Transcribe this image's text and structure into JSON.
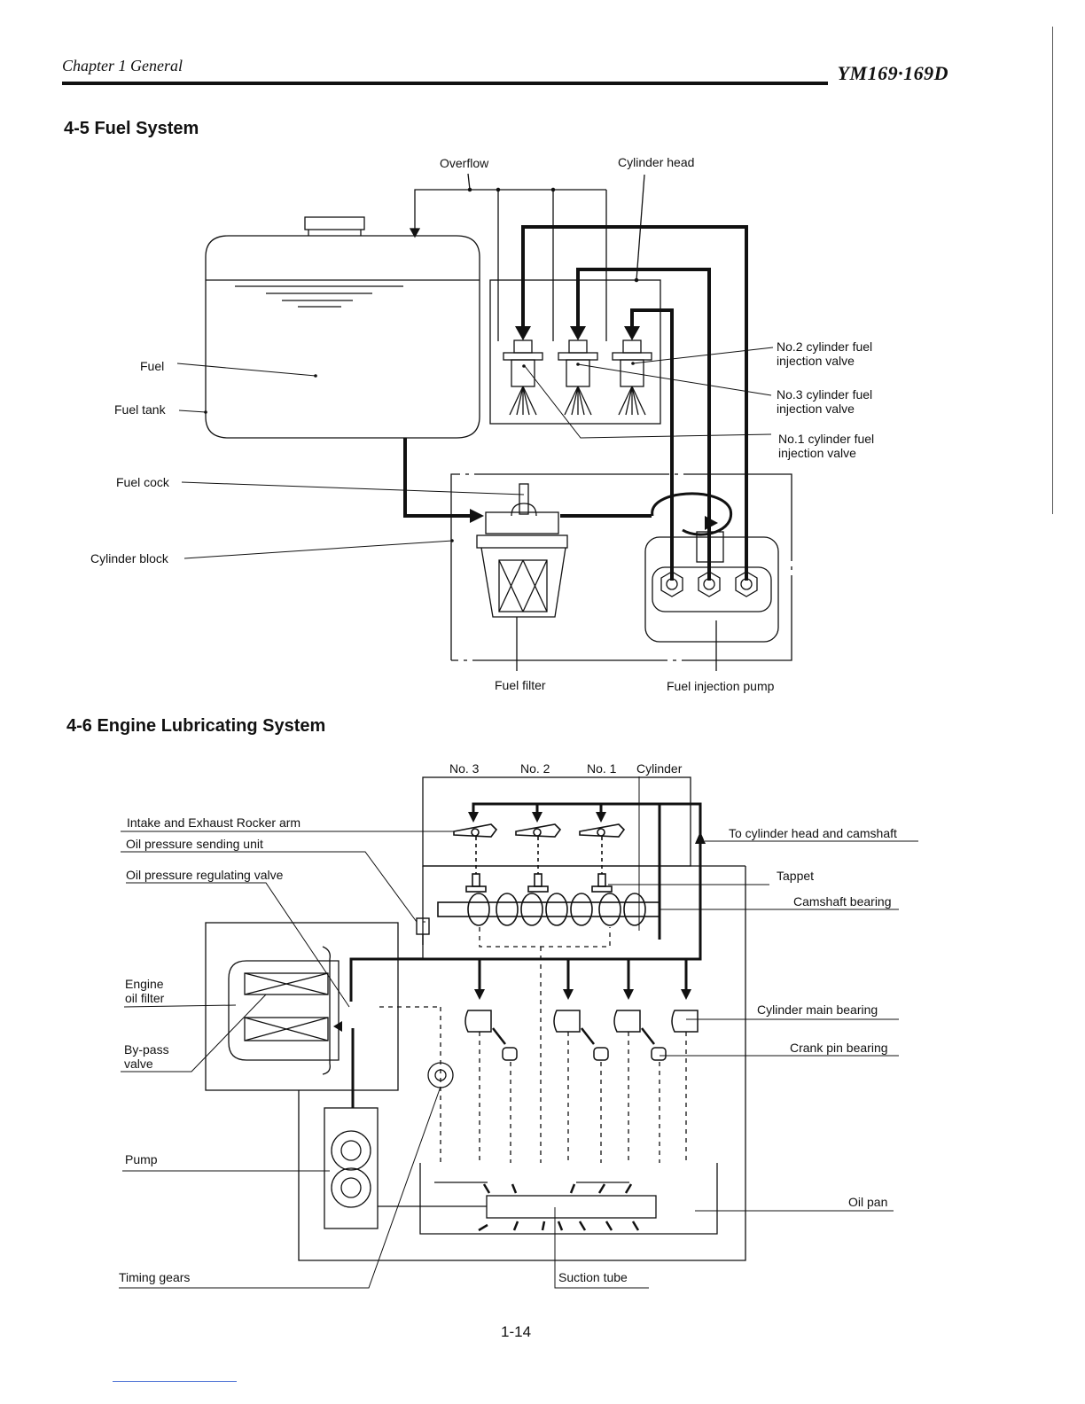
{
  "header": {
    "chapter": "Chapter 1  General",
    "model": "YM169·169D"
  },
  "fuel_section": {
    "title": "4-5  Fuel System",
    "labels": {
      "overflow": "Overflow",
      "cylinder_head": "Cylinder head",
      "fuel": "Fuel",
      "fuel_tank": "Fuel tank",
      "fuel_cock": "Fuel cock",
      "cylinder_block": "Cylinder block",
      "no2_l1": "No.2 cylinder fuel",
      "no2_l2": "injection valve",
      "no3_l1": "No.3 cylinder fuel",
      "no3_l2": "injection valve",
      "no1_l1": "No.1 cylinder fuel",
      "no1_l2": "injection valve",
      "fuel_filter": "Fuel filter",
      "fuel_injection_pump": "Fuel injection pump"
    }
  },
  "lube_section": {
    "title": "4-6  Engine Lubricating System",
    "labels": {
      "no3": "No. 3",
      "no2": "No. 2",
      "no1": "No. 1",
      "cylinder": "Cylinder",
      "rocker_arm": "Intake and Exhaust Rocker arm",
      "oil_pressure_sending_unit": "Oil pressure sending unit",
      "oil_pressure_regulating_valve": "Oil pressure regulating valve",
      "engine_oil_filter_l1": "Engine",
      "engine_oil_filter_l2": "oil filter",
      "bypass_l1": "By-pass",
      "bypass_l2": "valve",
      "pump": "Pump",
      "timing_gears": "Timing gears",
      "to_cylinder_head": "To cylinder head and camshaft",
      "tappet": "Tappet",
      "camshaft_bearing": "Camshaft bearing",
      "cylinder_main_bearing": "Cylinder main bearing",
      "crank_pin_bearing": "Crank pin bearing",
      "oil_pan": "Oil pan",
      "suction_tube": "Suction tube"
    }
  },
  "page_number": "1-14"
}
